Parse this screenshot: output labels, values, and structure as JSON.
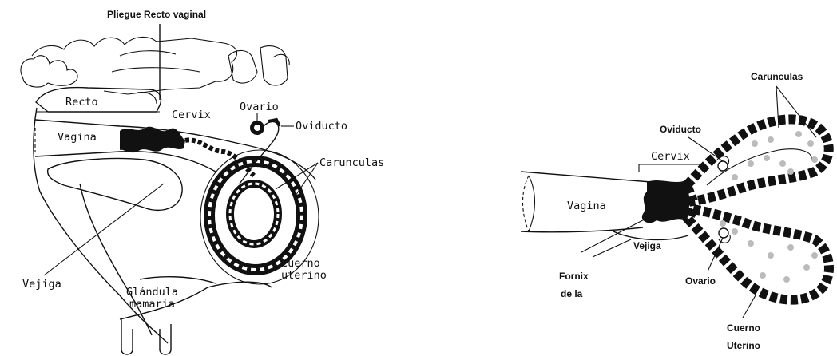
{
  "left_diagram": {
    "labels": {
      "pliegue": "Pliegue Recto vaginal",
      "recto": "Recto",
      "cervix": "Cervix",
      "ovario": "Ovario",
      "oviducto": "Oviducto",
      "vagina": "Vagina",
      "carunculas": "Carunculas",
      "cuerno_1": "Cuerno",
      "cuerno_2": "uterino",
      "vejiga": "Vejiga",
      "glandula_1": "Glándula",
      "glandula_2": "mamaria"
    }
  },
  "right_diagram": {
    "labels": {
      "carunculas": "Carunculas",
      "oviducto": "Oviducto",
      "cervix": "Cervix",
      "vagina": "Vagina",
      "vejiga": "Vejiga",
      "fornix_1": "Fornix",
      "fornix_2": "de la",
      "ovario": "Ovario",
      "cuerno_1": "Cuerno",
      "cuerno_2": "Uterino"
    }
  }
}
